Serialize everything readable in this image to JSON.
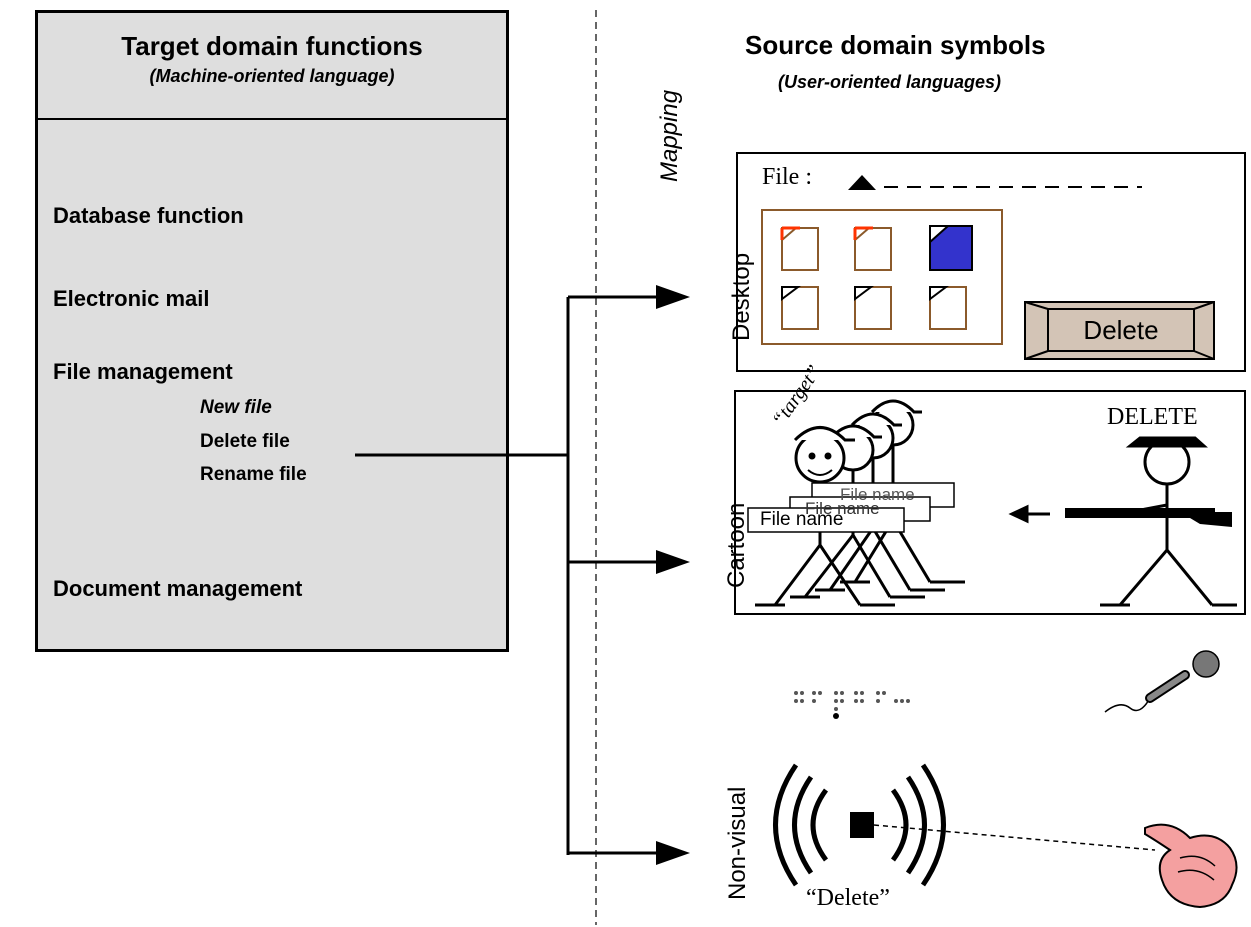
{
  "target_panel": {
    "title": "Target domain functions",
    "subtitle": "(Machine-oriented language)",
    "functions": [
      "Database function",
      "Electronic mail",
      "File management",
      "Document management"
    ],
    "file_subfunctions": [
      "New file",
      "Delete file",
      "Rename file"
    ]
  },
  "mapping_label": "Mapping",
  "source_panel": {
    "title": "Source domain symbols",
    "subtitle": "(User-oriented languages)"
  },
  "desktop": {
    "label": "Desktop",
    "file_label": "File :",
    "delete_button": "Delete"
  },
  "cartoon": {
    "label": "Cartoon",
    "delete_label": "DELETE",
    "target_label": "“target”",
    "file_name_labels": [
      "File name",
      "File name",
      "File name"
    ]
  },
  "nonvisual": {
    "label": "Non-visual",
    "spoken_word": "“Delete”"
  },
  "colors": {
    "panel_fill": "#dedede",
    "selected_file": "#3333cc",
    "file_corner_new": "#ff3300",
    "delete_button_fill": "#d3c4b6",
    "folder_border": "#8b5a2b",
    "hand_fill": "#f4a0a0"
  },
  "icons": [
    "triangle-pointer-icon",
    "document-icon",
    "microphone-icon",
    "braille-icon",
    "sound-waves-icon",
    "pointing-hand-icon",
    "rifle-icon"
  ]
}
